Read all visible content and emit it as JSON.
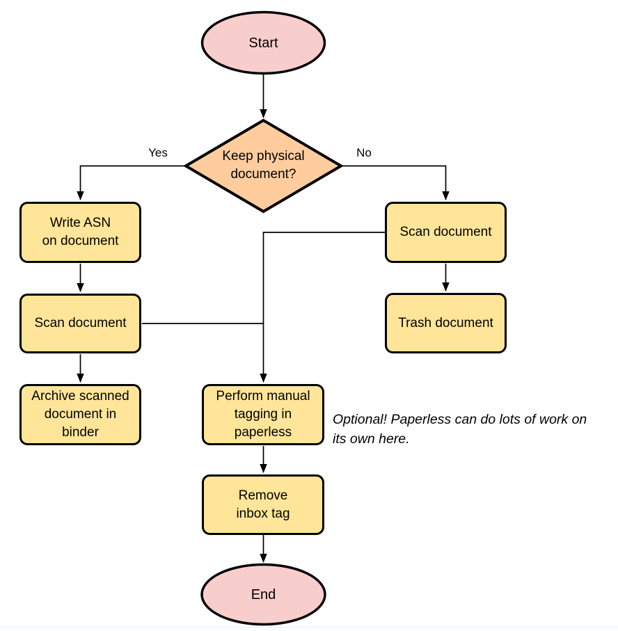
{
  "diagram": {
    "type": "flowchart",
    "nodes": {
      "start": {
        "shape": "terminator",
        "label": "Start"
      },
      "decision": {
        "shape": "decision",
        "label": "Keep physical\ndocument?"
      },
      "write_asn": {
        "shape": "process",
        "label": "Write ASN\non document"
      },
      "scan_left": {
        "shape": "process",
        "label": "Scan document"
      },
      "archive": {
        "shape": "process",
        "label": "Archive scanned\ndocument in\nbinder"
      },
      "scan_right": {
        "shape": "process",
        "label": "Scan document"
      },
      "trash": {
        "shape": "process",
        "label": "Trash document"
      },
      "tagging": {
        "shape": "process",
        "label": "Perform manual\ntagging in\npaperless"
      },
      "remove_inbox": {
        "shape": "process",
        "label": "Remove\ninbox tag"
      },
      "end": {
        "shape": "terminator",
        "label": "End"
      }
    },
    "edge_labels": {
      "yes": "Yes",
      "no": "No"
    },
    "edges": [
      "start -> decision",
      "decision -(Yes)-> write_asn",
      "decision -(No)-> scan_right",
      "write_asn -> scan_left",
      "scan_left -> archive",
      "scan_left -> tagging",
      "scan_right -> tagging",
      "scan_right -> trash",
      "tagging -> remove_inbox",
      "remove_inbox -> end"
    ],
    "annotation": "Optional! Paperless can do lots of work on\nits own here.",
    "colors": {
      "terminator_fill": "#F8CECC",
      "decision_fill": "#FFCD9D",
      "process_fill": "#FFE599",
      "stroke": "#000000",
      "background": "#FFFFFF"
    }
  }
}
